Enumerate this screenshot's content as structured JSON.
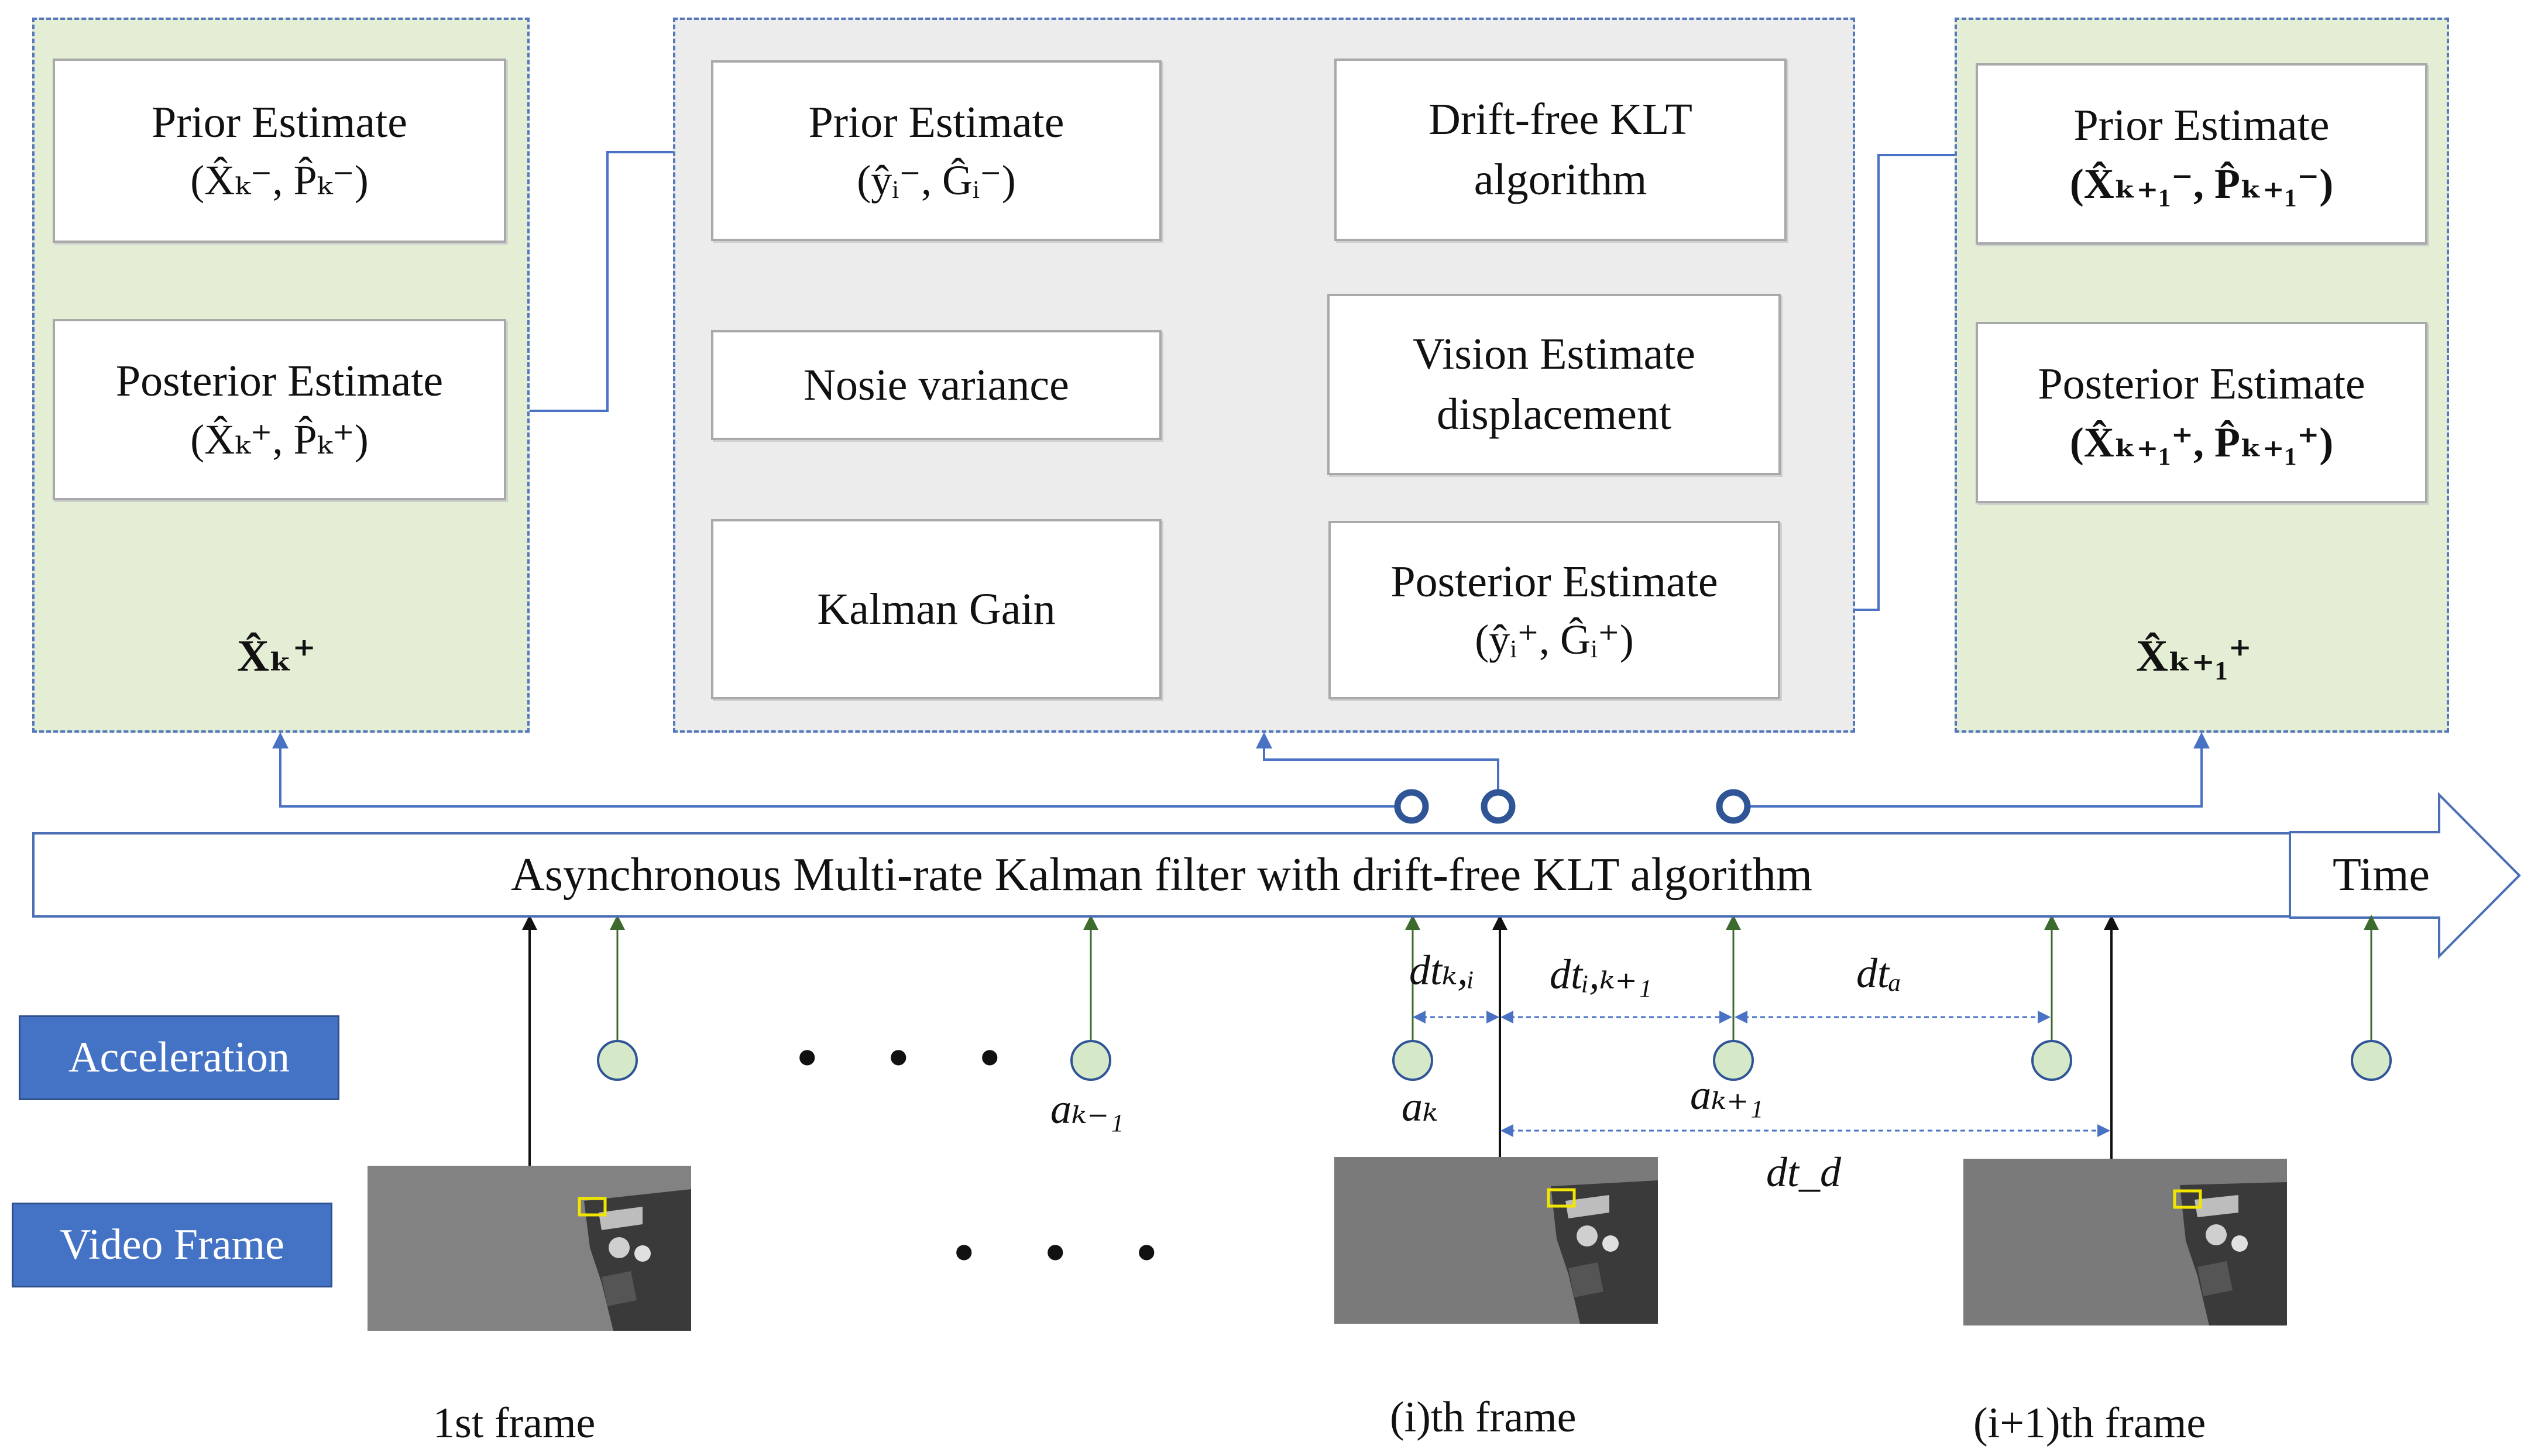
{
  "left_panel": {
    "prior_title": "Prior Estimate",
    "prior_math": "(X̂ₖ⁻, P̂ₖ⁻)",
    "posterior_title": "Posterior Estimate",
    "posterior_math": "(X̂ₖ⁺, P̂ₖ⁺)",
    "state": "X̂ₖ⁺"
  },
  "center_panel": {
    "prior_title": "Prior Estimate",
    "prior_math": "(ŷᵢ⁻, Ĝᵢ⁻)",
    "klt_line1": "Drift-free KLT",
    "klt_line2": "algorithm",
    "vision_line1": "Vision Estimate",
    "vision_line2": "displacement",
    "noise": "Nosie variance",
    "gain": "Kalman Gain",
    "posterior_title": "Posterior Estimate",
    "posterior_math": "(ŷᵢ⁺, Ĝᵢ⁺)"
  },
  "right_panel": {
    "prior_title": "Prior Estimate",
    "prior_math": "(X̂ₖ₊₁⁻, P̂ₖ₊₁⁻)",
    "posterior_title": "Posterior Estimate",
    "posterior_math": "(X̂ₖ₊₁⁺, P̂ₖ₊₁⁺)",
    "state": "X̂ₖ₊₁⁺"
  },
  "timeline": {
    "title": "Asynchronous Multi-rate Kalman filter with drift-free KLT algorithm",
    "time_label": "Time"
  },
  "rows": {
    "acceleration": "Acceleration",
    "video": "Video Frame"
  },
  "ellipsis": "• • •",
  "labels": {
    "a_k_minus_1": "aₖ₋₁",
    "a_k": "aₖ",
    "a_k_plus_1": "aₖ₊₁",
    "dt_k_i": "dtₖ,ᵢ",
    "dt_i_k1": "dtᵢ,ₖ₊₁",
    "dt_a": "dtₐ",
    "dt_d": "dt_d"
  },
  "frames": {
    "first": "1st frame",
    "i": "(i)th frame",
    "i_plus_1": "(i+1)th frame"
  },
  "colors": {
    "panel_green": "#e3eed5",
    "panel_gray": "#ececec",
    "arrow_blue": "#4a72c4",
    "accel_green": "#3d6b2e",
    "node_fill": "#d5e8c8",
    "tag_blue": "#4472c4",
    "roi_yellow": "#f2e600"
  }
}
